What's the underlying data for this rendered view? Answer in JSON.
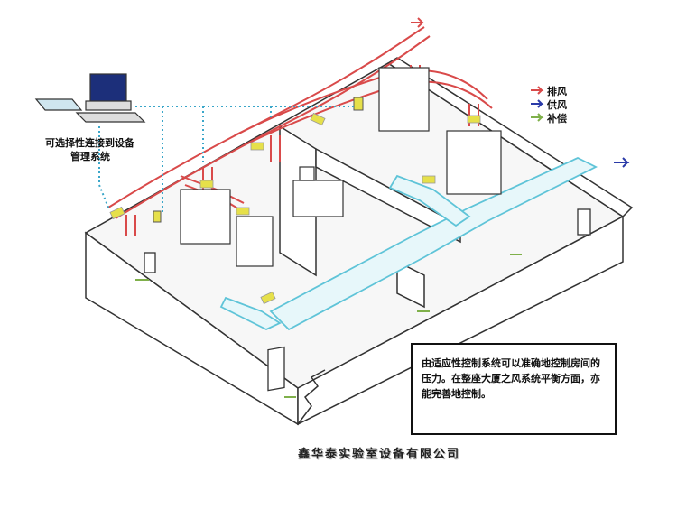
{
  "computer_caption": {
    "line1": "可选择性连接到设备",
    "line2": "管理系统"
  },
  "legend": {
    "exhaust": "排风",
    "supply": "供风",
    "makeup": "补偿"
  },
  "note": {
    "line1": "由适应性控制系统可以准确地控制房间的",
    "line2": "压力。在整座大厦之风系统平衡方面，亦",
    "line3": "能完善地控制。"
  },
  "footer": "鑫华泰实验室设备有限公司",
  "colors": {
    "exhaust_duct": "#d94a4a",
    "supply_duct": "#5fc4d8",
    "damper": "#e6e04a",
    "wall": "#ffffff",
    "network": "#3aa6c9"
  }
}
